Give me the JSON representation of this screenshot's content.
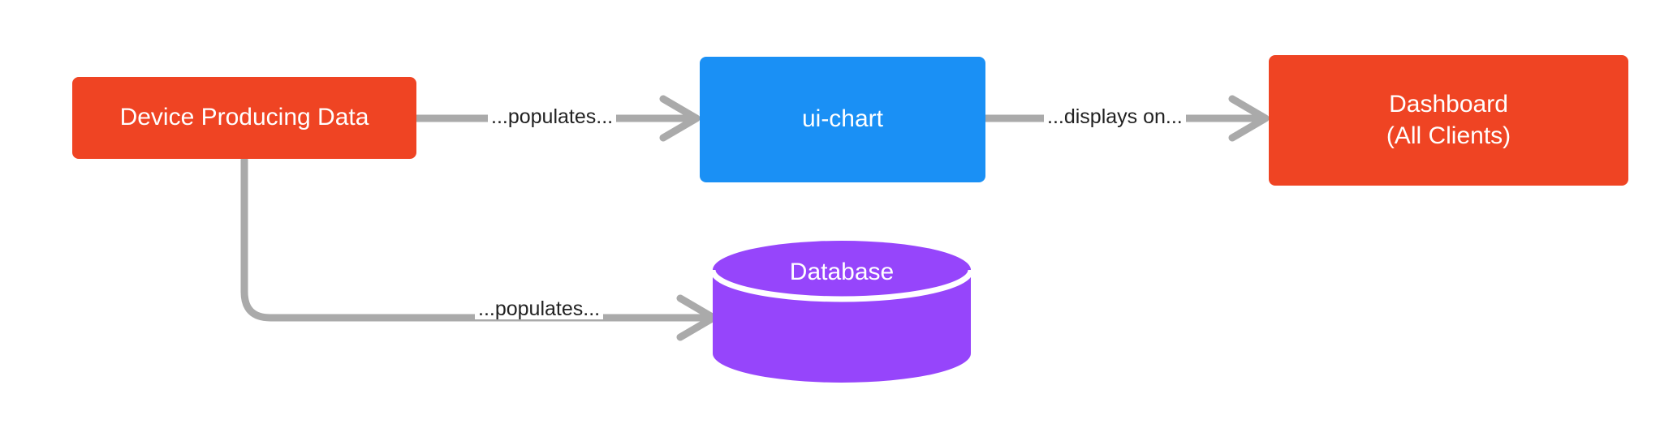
{
  "diagram": {
    "type": "flowchart",
    "background_color": "#ffffff",
    "edge_color": "#aaaaaa",
    "nodes": [
      {
        "id": "device",
        "label": "Device Producing Data",
        "shape": "rounded-rectangle",
        "color": "#ef4423",
        "text_color": "#ffffff"
      },
      {
        "id": "uichart",
        "label": "ui-chart",
        "shape": "rounded-rectangle",
        "color": "#1a90f5",
        "text_color": "#ffffff"
      },
      {
        "id": "dashboard",
        "label": "Dashboard\n(All Clients)",
        "shape": "rounded-rectangle",
        "color": "#ef4423",
        "text_color": "#ffffff"
      },
      {
        "id": "database",
        "label": "Database",
        "shape": "cylinder",
        "color": "#9645fb",
        "text_color": "#ffffff"
      }
    ],
    "edges": [
      {
        "id": "device-to-uichart",
        "from": "device",
        "to": "uichart",
        "label": "...populates..."
      },
      {
        "id": "uichart-to-dashboard",
        "from": "uichart",
        "to": "dashboard",
        "label": "...displays on..."
      },
      {
        "id": "device-to-database",
        "from": "device",
        "to": "database",
        "label": "...populates..."
      }
    ]
  }
}
